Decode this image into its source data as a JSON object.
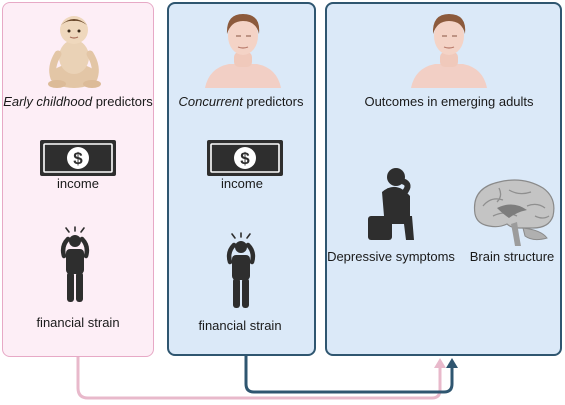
{
  "panels": {
    "early": {
      "heading_em": "Early childhood",
      "heading_rest": " predictors",
      "income_label": "income",
      "strain_label": "financial strain"
    },
    "concurrent": {
      "heading_em": "Concurrent",
      "heading_rest": " predictors",
      "income_label": "income",
      "strain_label": "financial strain"
    },
    "outcomes": {
      "heading": "Outcomes in emerging adults",
      "depressive_label": "Depressive symptoms",
      "brain_label": "Brain structure"
    }
  },
  "icons": {
    "baby": "baby-figure-icon",
    "young_adult": "young-adult-figure-icon",
    "money": "dollar-bill-icon",
    "stress": "stressed-person-icon",
    "depressed": "depressed-person-icon",
    "brain": "brain-sagittal-icon"
  },
  "colors": {
    "early_bg": "#fdeef6",
    "early_border": "#e7a9c6",
    "concurrent_bg": "#dbe9f8",
    "panel_border": "#2f5670",
    "early_arrow": "#e8b9cb",
    "concurrent_arrow": "#2f5670"
  }
}
